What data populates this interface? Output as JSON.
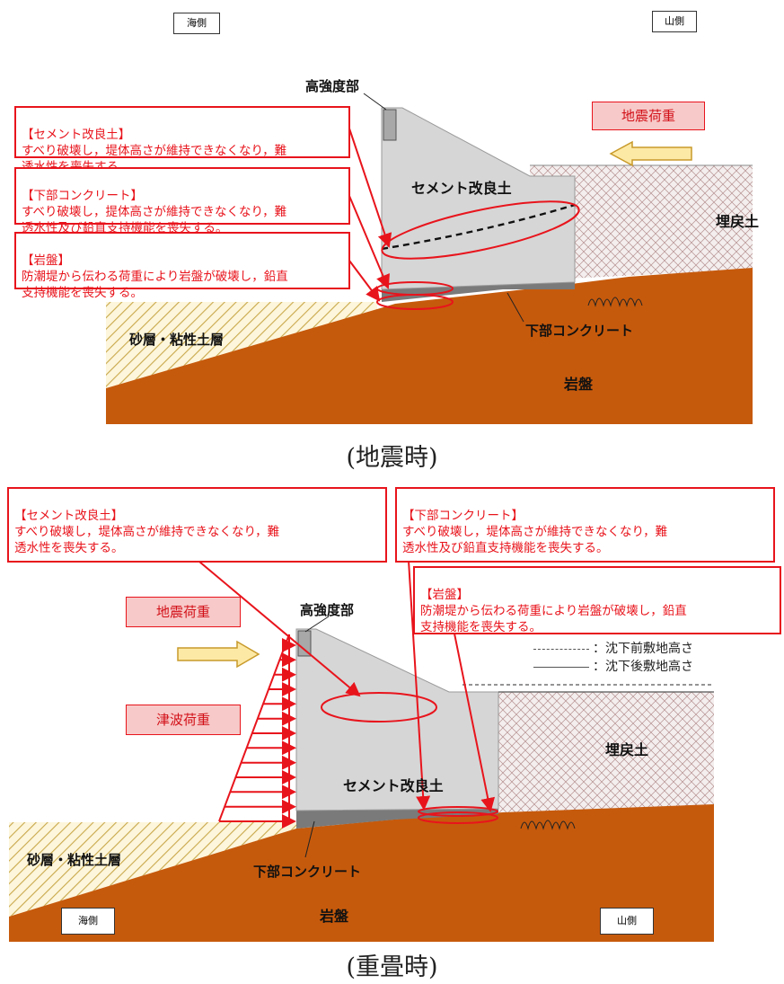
{
  "top": {
    "sea_side": "海側",
    "mountain_side": "山側",
    "high_strength": "高強度部",
    "seismic_load": "地震荷重",
    "cement_soil": "セメント改良土",
    "backfill": "埋戻土",
    "sand_layer": "砂層・粘性土層",
    "lower_concrete": "下部コンクリート",
    "bedrock": "岩盤",
    "caption": "(地震時)",
    "annotations": {
      "cement": {
        "title": "【セメント改良土】",
        "body": "すべり破壊し，堤体高さが維持できなくなり，難\n透水性を喪失する。"
      },
      "concrete": {
        "title": "【下部コンクリート】",
        "body": "すべり破壊し，提体高さが維持できなくなり，難\n透水性及び鉛直支持機能を喪失する。"
      },
      "rock": {
        "title": "【岩盤】",
        "body": "防潮堤から伝わる荷重により岩盤が破壊し，鉛直\n支持機能を喪失する。"
      }
    }
  },
  "bottom": {
    "sea_side": "海側",
    "mountain_side": "山側",
    "high_strength": "高強度部",
    "seismic_load": "地震荷重",
    "tsunami_load": "津波荷重",
    "cement_soil": "セメント改良土",
    "backfill": "埋戻土",
    "sand_layer": "砂層・粘性土層",
    "lower_concrete": "下部コンクリート",
    "bedrock": "岩盤",
    "caption": "(重畳時)",
    "legend": {
      "before": "：沈下前敷地高さ",
      "after": "：沈下後敷地高さ"
    },
    "annotations": {
      "cement": {
        "title": "【セメント改良土】",
        "body": "すべり破壊し，堤体高さが維持できなくなり，難\n透水性を喪失する。"
      },
      "concrete": {
        "title": "【下部コンクリート】",
        "body": "すべり破壊し，堤体高さが維持できなくなり，難\n透水性及び鉛直支持機能を喪失する。"
      },
      "rock": {
        "title": "【岩盤】",
        "body": "防潮堤から伝わる荷重により岩盤が破壊し，鉛直\n支持機能を喪失する。"
      }
    }
  },
  "colors": {
    "annotation_red": "#e8141c",
    "bedrock_orange": "#c65a0c",
    "cement_gray": "#d6d6d6",
    "concrete_dark": "#7a7a7a",
    "load_pink": "#f7c9c8",
    "arrow_yellow": "#fde9a6"
  }
}
